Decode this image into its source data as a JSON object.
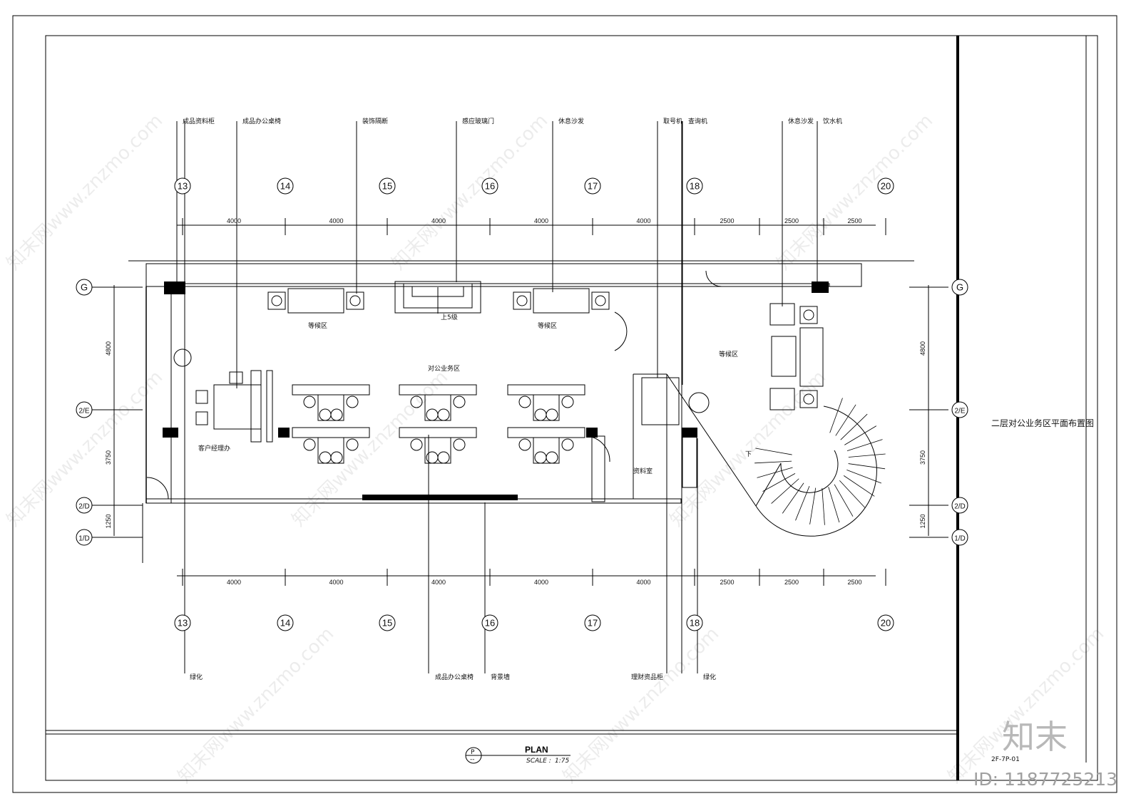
{
  "sheet": {
    "title": "二层对公业务区平面布置图",
    "drawing_no": "2F-7P-01",
    "plan_label": "PLAN",
    "scale_label": "SCALE :",
    "scale_value": "1:75",
    "symbol_top": "P",
    "symbol_bottom": "--",
    "logo_text": "知末",
    "id_text": "ID: 1187725213",
    "watermark": "知末网www.znzmo.com"
  },
  "grid": {
    "columns": [
      "13",
      "14",
      "15",
      "16",
      "17",
      "18",
      "20"
    ],
    "rows": [
      "G",
      "2/E",
      "2/D",
      "1/D"
    ],
    "spans_x": [
      "4000",
      "4000",
      "4000",
      "4000",
      "4000",
      "2500",
      "2500",
      "2500"
    ],
    "spans_y_left": [
      "4800",
      "3750",
      "1250"
    ],
    "spans_y_right": [
      "4800",
      "3750",
      "1250"
    ]
  },
  "callouts_top": [
    "成品资料柜",
    "成品办公桌椅",
    "装饰隔断",
    "感应玻璃门",
    "休息沙发",
    "取号机",
    "查询机",
    "休息沙发",
    "饮水机"
  ],
  "callouts_bottom": [
    "绿化",
    "成品办公桌椅",
    "背景墙",
    "理财资品柜",
    "绿化"
  ],
  "rooms": {
    "waiting_1": "等候区",
    "waiting_2": "等候区",
    "waiting_3": "等候区",
    "business": "对公业务区",
    "manager": "客户经理办",
    "archive": "资料室",
    "steps": "上5级",
    "down": "下"
  }
}
